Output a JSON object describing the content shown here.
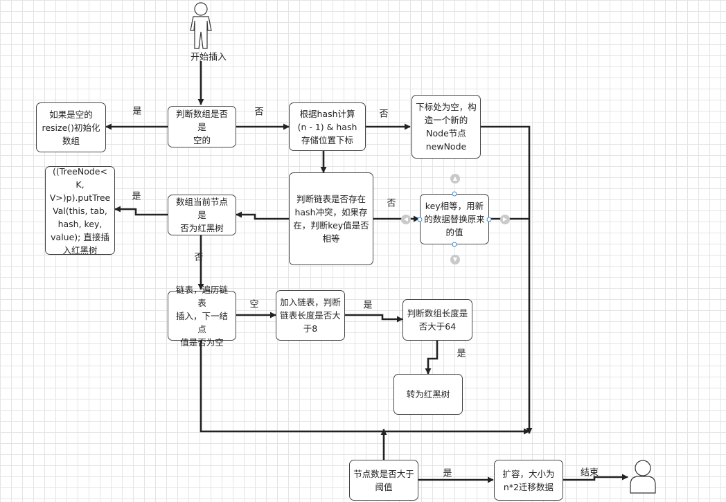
{
  "actors": {
    "start_label": "开始插入"
  },
  "nodes": {
    "resize_init": "如果是空的\nresize()初始化\n数组",
    "check_empty": "判断数组是否是\n空的",
    "calc_index": "根据hash计算\n(n - 1) & hash\n存储位置下标",
    "new_node": "下标处为空，构\n造一个新的\nNode节点\nnewNode",
    "put_tree_val": "((TreeNode<K,\nV>)p).putTree\nVal(this, tab,\nhash, key,\nvalue); 直接插\n入红黑树",
    "is_tree_node": "数组当前节点是\n否为红黑树",
    "check_collision": "判断链表是否存在\nhash冲突，如果存\n在，判断key值是否\n相等",
    "replace_value": "key相等，用新\n的数据替换原来\n的值",
    "traverse_list": "链表，遍历链表\n插入，下一结点\n值是否为空",
    "append_list": "加入链表，判断\n链表长度是否大\n于8",
    "check_len64": "判断数组长度是\n否大于64",
    "to_rbtree": "转为红黑树",
    "threshold": "节点数是否大于\n阈值",
    "resize_migrate": "扩容，大小为\nn*2迁移数据"
  },
  "edge_labels": {
    "empty_yes": "是",
    "empty_no": "否",
    "index_no": "否",
    "tree_yes": "是",
    "collision_no": "否",
    "tree_no": "否",
    "next_empty": "空",
    "len8_yes": "是",
    "len64_yes": "是",
    "threshold_yes": "是",
    "end": "结束"
  }
}
